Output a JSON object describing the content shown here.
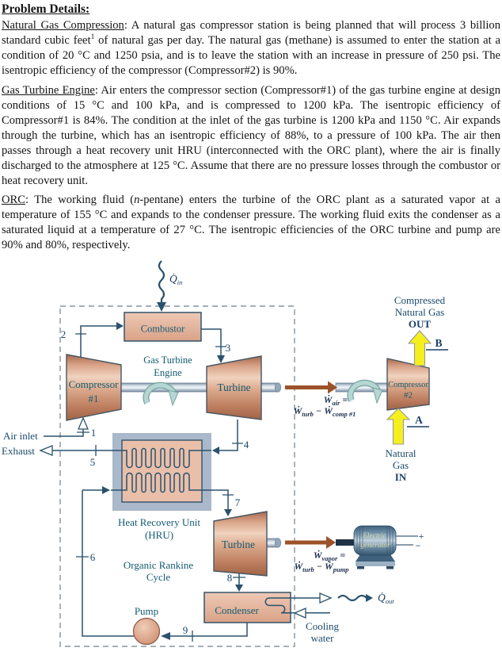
{
  "colors": {
    "line": "#2a526d",
    "navy": "#1b3f68",
    "teal-label": "#135a72",
    "yellow": "#f6ef1e",
    "brown": "#9c5228",
    "salmon": "#cd8a6b",
    "hru-outer": "#a9b8ca",
    "generator-body": "#5d81a0",
    "swirl": "#b5d6d2",
    "gen-text": "#d6d9a6"
  },
  "page": {
    "title": "Problem Details:"
  },
  "paragraphs": {
    "p1": {
      "lead": "Natural Gas Compression",
      "sep": ": ",
      "t1": "A natural gas compressor station is being planned that will process 3 billion standard cubic feet",
      "sup": "1",
      "t2": " of natural gas per day. The natural gas (methane) is assumed to enter the station at a condition of 20 °C and 1250 psia, and is to leave the station with an increase in pressure of 250 psi. The isentropic efficiency of the compressor (Compressor#2) is 90%."
    },
    "p2": {
      "lead": "Gas Turbine Engine",
      "sep": ": ",
      "t1": "Air enters the compressor section (Compressor#1) of the gas turbine engine at design conditions of 15 °C and 100 kPa, and is compressed to 1200 kPa. The isentropic efficiency of Compressor#1 is 84%. The condition at the inlet of the gas turbine is 1200 kPa and 1150 °C. Air expands through the turbine, which has an isentropic efficiency of 88%, to a pressure of 100 kPa. The air then passes through a heat recovery unit HRU (interconnected with the ORC plant), where the air is finally discharged to the atmosphere at 125 °C. Assume that there are no pressure losses through the combustor or heat recovery unit."
    },
    "p3": {
      "lead": "ORC",
      "sep": ": ",
      "t1": "The working fluid (",
      "em": "n",
      "t2": "-pentane) enters the turbine of the ORC plant as a saturated vapor at a temperature of 155 °C and expands to the condenser pressure. The working fluid exits the condenser as a saturated liquid at a temperature of 27 °C. The isentropic efficiencies of the ORC turbine and pump are 90% and 80%, respectively."
    }
  },
  "diagram": {
    "combustor": "Combustor",
    "gte1": "Gas Turbine",
    "gte2": "Engine",
    "comp1a": "Compressor",
    "comp1b": "#1",
    "turbine_gt": "Turbine",
    "comp2a": "Compressor",
    "comp2b": "#2",
    "hru1": "Heat Recovery Unit",
    "hru2": "(HRU)",
    "orc1": "Organic Rankine",
    "orc2": "Cycle",
    "turbine_orc": "Turbine",
    "condenser": "Condenser",
    "pump": "Pump",
    "gen1": "Electric",
    "gen2": "generator",
    "air_inlet": "Air inlet",
    "exhaust": "Exhaust",
    "cng1": "Compressed",
    "cng2": "Natural Gas",
    "cng3": "OUT",
    "ng1": "Natural",
    "ng2": "Gas",
    "ng3": "IN",
    "cool1": "Cooling",
    "cool2": "water",
    "plus": "+",
    "minus": "−",
    "qin": {
      "q": "Q̇",
      "sub": "in"
    },
    "qout": {
      "q": "Q̇",
      "sub": "out"
    },
    "wair": {
      "w1": "Ẇ",
      "s1": "air",
      "eq": " =",
      "w2": "Ẇ",
      "s2": "turb",
      "op": " − ",
      "w3": "Ẇ",
      "s3": "comp #1"
    },
    "wvap": {
      "w1": "Ẇ",
      "s1": "vapor",
      "eq": " =",
      "w2": "Ẇ",
      "s2": "turb",
      "op": " − ",
      "w3": "Ẇ",
      "s3": "pump"
    },
    "states": {
      "s1": "1",
      "s2": "2",
      "s3": "3",
      "s4": "4",
      "s5": "5",
      "s6": "6",
      "s7": "7",
      "s8": "8",
      "s9": "9",
      "A": "A",
      "B": "B"
    }
  }
}
